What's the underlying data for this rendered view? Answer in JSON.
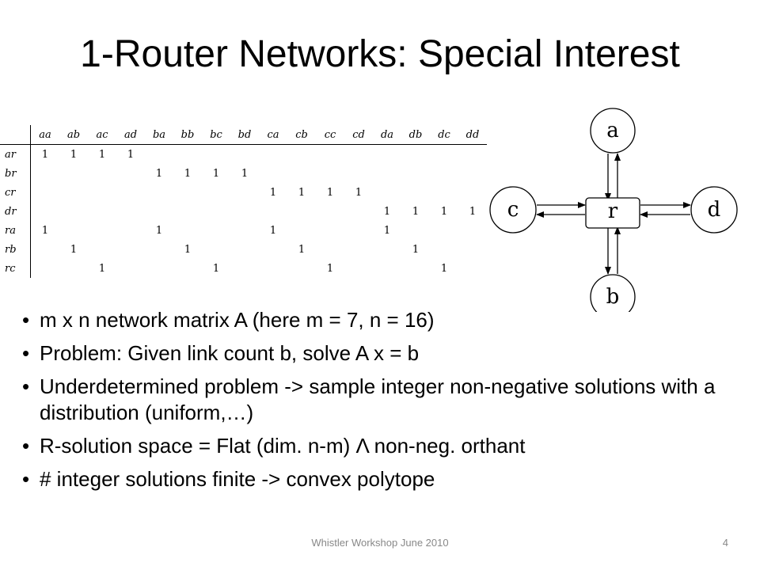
{
  "title": "1-Router Networks: Special Interest",
  "matrix": {
    "columns": [
      "aa",
      "ab",
      "ac",
      "ad",
      "ba",
      "bb",
      "bc",
      "bd",
      "ca",
      "cb",
      "cc",
      "cd",
      "da",
      "db",
      "dc",
      "dd"
    ],
    "rows": [
      {
        "label": "ar",
        "cells": [
          "1",
          "1",
          "1",
          "1",
          "",
          "",
          "",
          "",
          "",
          "",
          "",
          "",
          "",
          "",
          "",
          ""
        ]
      },
      {
        "label": "br",
        "cells": [
          "",
          "",
          "",
          "",
          "1",
          "1",
          "1",
          "1",
          "",
          "",
          "",
          "",
          "",
          "",
          "",
          ""
        ]
      },
      {
        "label": "cr",
        "cells": [
          "",
          "",
          "",
          "",
          "",
          "",
          "",
          "",
          "1",
          "1",
          "1",
          "1",
          "",
          "",
          "",
          ""
        ]
      },
      {
        "label": "dr",
        "cells": [
          "",
          "",
          "",
          "",
          "",
          "",
          "",
          "",
          "",
          "",
          "",
          "",
          "1",
          "1",
          "1",
          "1"
        ]
      },
      {
        "label": "ra",
        "cells": [
          "1",
          "",
          "",
          "",
          "1",
          "",
          "",
          "",
          "1",
          "",
          "",
          "",
          "1",
          "",
          "",
          ""
        ]
      },
      {
        "label": "rb",
        "cells": [
          "",
          "1",
          "",
          "",
          "",
          "1",
          "",
          "",
          "",
          "1",
          "",
          "",
          "",
          "1",
          "",
          ""
        ]
      },
      {
        "label": "rc",
        "cells": [
          "",
          "",
          "1",
          "",
          "",
          "",
          "1",
          "",
          "",
          "",
          "1",
          "",
          "",
          "",
          "1",
          ""
        ]
      }
    ]
  },
  "diagram": {
    "nodes": {
      "top": "a",
      "bottom": "b",
      "left": "c",
      "right": "d",
      "center": "r"
    }
  },
  "bullets": [
    "m x n network matrix A (here m = 7, n = 16)",
    "Problem: Given link count b, solve A x = b",
    "Underdetermined problem -> sample integer non-negative solutions with a distribution (uniform,…)",
    "R-solution space = Flat (dim. n-m) Λ non-neg. orthant",
    "# integer solutions finite -> convex polytope"
  ],
  "footer": "Whistler Workshop June 2010",
  "page_number": "4"
}
